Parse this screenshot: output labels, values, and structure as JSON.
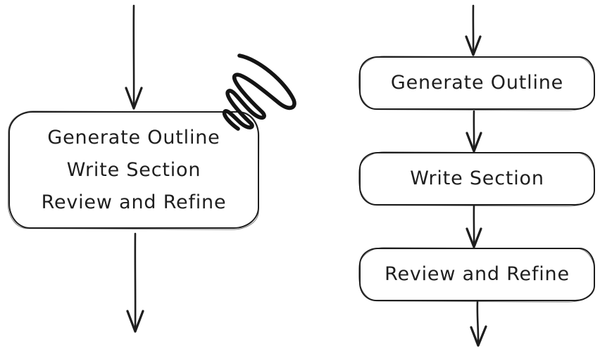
{
  "diagram": {
    "background_color": "#ffffff",
    "stroke_color": "#1e1e1e",
    "left_flow": {
      "description": "single combined node with scratch-out scribble",
      "node_lines": {
        "line1": "Generate Outline",
        "line2": "Write Section",
        "line3": "Review and Refine"
      },
      "scribble": "scratch-out-mark"
    },
    "right_flow": {
      "description": "three sequential nodes connected by arrows",
      "nodes": [
        {
          "label": "Generate Outline"
        },
        {
          "label": "Write Section"
        },
        {
          "label": "Review and Refine"
        }
      ]
    }
  }
}
